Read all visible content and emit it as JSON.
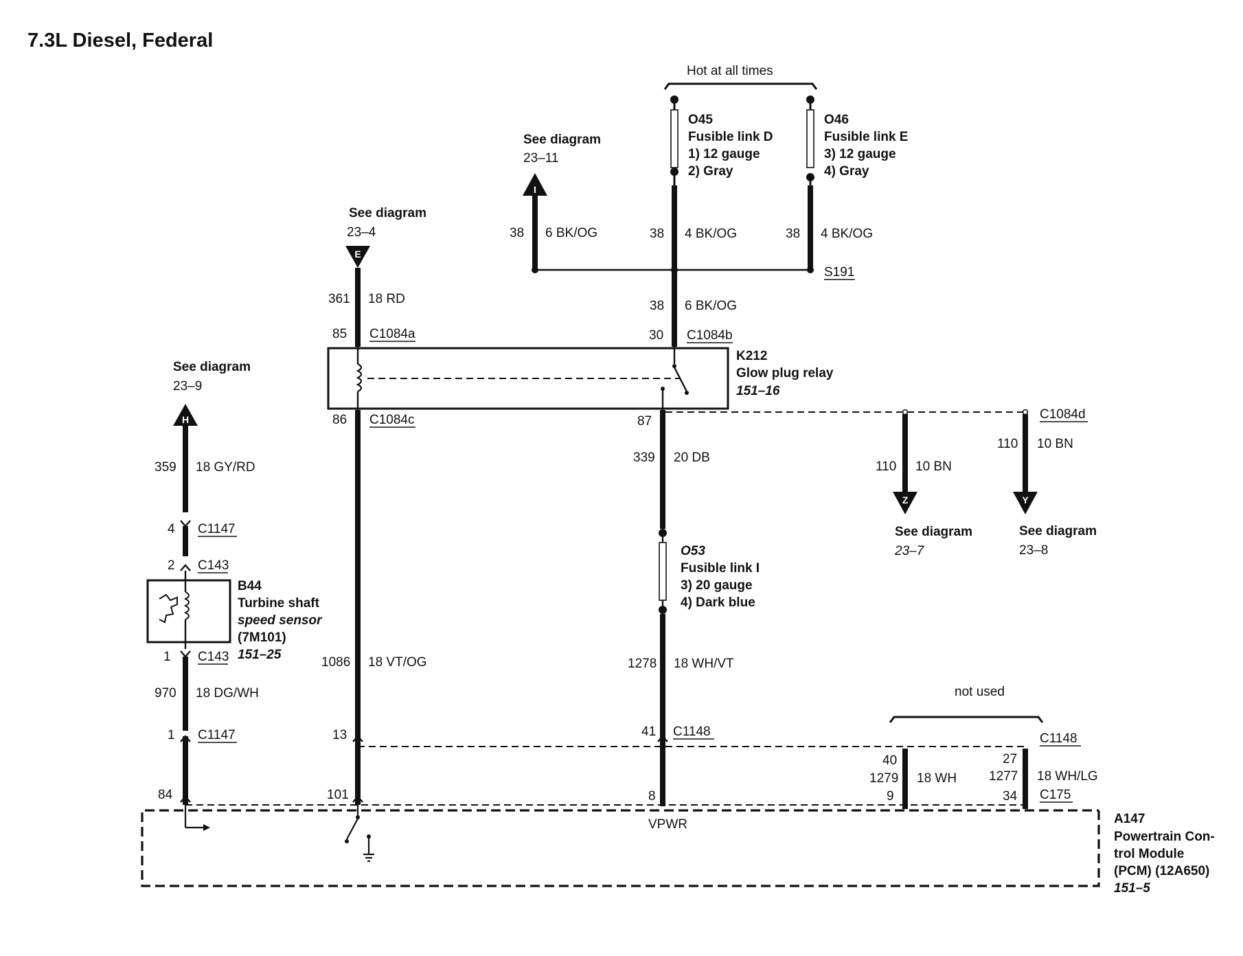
{
  "title": "7.3L Diesel, Federal",
  "colors": {
    "ink": "#111111",
    "paper": "#ffffff"
  },
  "power": {
    "hot_label": "Hot at all times",
    "fuse_d": {
      "id": "O45",
      "name": "Fusible link D",
      "gauge": "1)   12 gauge",
      "color": "2)   Gray"
    },
    "fuse_e": {
      "id": "O46",
      "name": "Fusible link E",
      "gauge": "3)   12 gauge",
      "color": "4)   Gray"
    },
    "splice": "S191",
    "circuits": {
      "d_num": "38",
      "d_wire": "4 BK/OG",
      "e_num": "38",
      "e_wire": "4 BK/OG",
      "feed_num": "38",
      "feed_wire": "6 BK/OG"
    }
  },
  "arrows": {
    "i": {
      "letter": "I",
      "see": "See diagram",
      "ref": "23–11",
      "num": "38",
      "wire": "6 BK/OG"
    },
    "e": {
      "letter": "E",
      "see": "See diagram",
      "ref": "23–4"
    },
    "h": {
      "letter": "H",
      "see": "See diagram",
      "ref": "23–9"
    },
    "z": {
      "letter": "Z",
      "see": "See diagram",
      "ref": "23–7",
      "num": "110",
      "wire": "10 BN"
    },
    "y": {
      "letter": "Y",
      "see": "See diagram",
      "ref": "23–8",
      "num": "110",
      "wire": "10 BN"
    }
  },
  "relay": {
    "id": "K212",
    "name": "Glow plug relay",
    "ref": "151–16",
    "pin85": "85",
    "c85": "C1084a",
    "pin30": "30",
    "c30": "C1084b",
    "pin86": "86",
    "c86": "C1084c",
    "pin87": "87",
    "c87d": "C1084d",
    "w361_num": "361",
    "w361_wire": "18 RD"
  },
  "fuse_i": {
    "id": "O53",
    "name": "Fusible link I",
    "gauge": "3)   20 gauge",
    "color": "4)   Dark blue"
  },
  "wires": {
    "w339_num": "339",
    "w339_wire": "20 DB",
    "w1278_num": "1278",
    "w1278_wire": "18 WH/VT",
    "w1086_num": "1086",
    "w1086_wire": "18 VT/OG",
    "w359_num": "359",
    "w359_wire": "18 GY/RD",
    "w970_num": "970",
    "w970_wire": "18 DG/WH",
    "w1279_num": "1279",
    "w1279_wire": "18 WH",
    "w1277_num": "1277",
    "w1277_wire": "18 WH/LG"
  },
  "sensor": {
    "id": "B44",
    "name1": "Turbine shaft",
    "name2": "speed sensor",
    "part": "(7M101)",
    "ref": "151–25",
    "c1147_top_pin": "4",
    "c1147_top": "C1147",
    "c143_top_pin": "2",
    "c143_top": "C143",
    "c143_bot_pin": "1",
    "c143_bot": "C143",
    "c1147_bot_pin": "1",
    "c1147_bot": "C1147"
  },
  "connectors": {
    "c1148": "C1148",
    "p13": "13",
    "p41": "41",
    "c1148_right": "C1148",
    "p40": "40",
    "p27": "27",
    "c175": "C175",
    "p9": "9",
    "p34": "34",
    "pcm84": "84",
    "pcm101": "101",
    "pcm8": "8",
    "not_used": "not used"
  },
  "pcm": {
    "id": "A147",
    "line1": "Powertrain Con-",
    "line2": "trol Module",
    "line3": "(PCM) (12A650)",
    "ref": "151–5",
    "vpwr": "VPWR"
  }
}
